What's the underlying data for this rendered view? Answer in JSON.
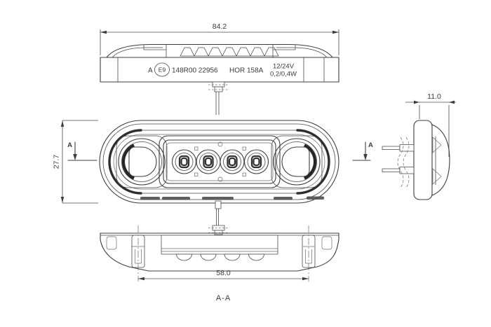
{
  "meta": {
    "background_color": "#ffffff",
    "line_color": "#3d3d3d",
    "drawing_type": "technical-drawing-led-marker-lamp"
  },
  "views": {
    "top": {
      "dimension": "84.2",
      "marking": {
        "prefix": "A",
        "e_mark": "E9",
        "approval": "148R00 22956",
        "model": "HOR 158A",
        "voltage": "12/24V",
        "power": "0,2/0,4W"
      }
    },
    "front": {
      "dimension": "27.7",
      "section_letter_left": "A",
      "section_letter_right": "A"
    },
    "side": {
      "dimension": "11.0"
    },
    "section": {
      "dimension": "58.0",
      "label": "A-A"
    }
  }
}
